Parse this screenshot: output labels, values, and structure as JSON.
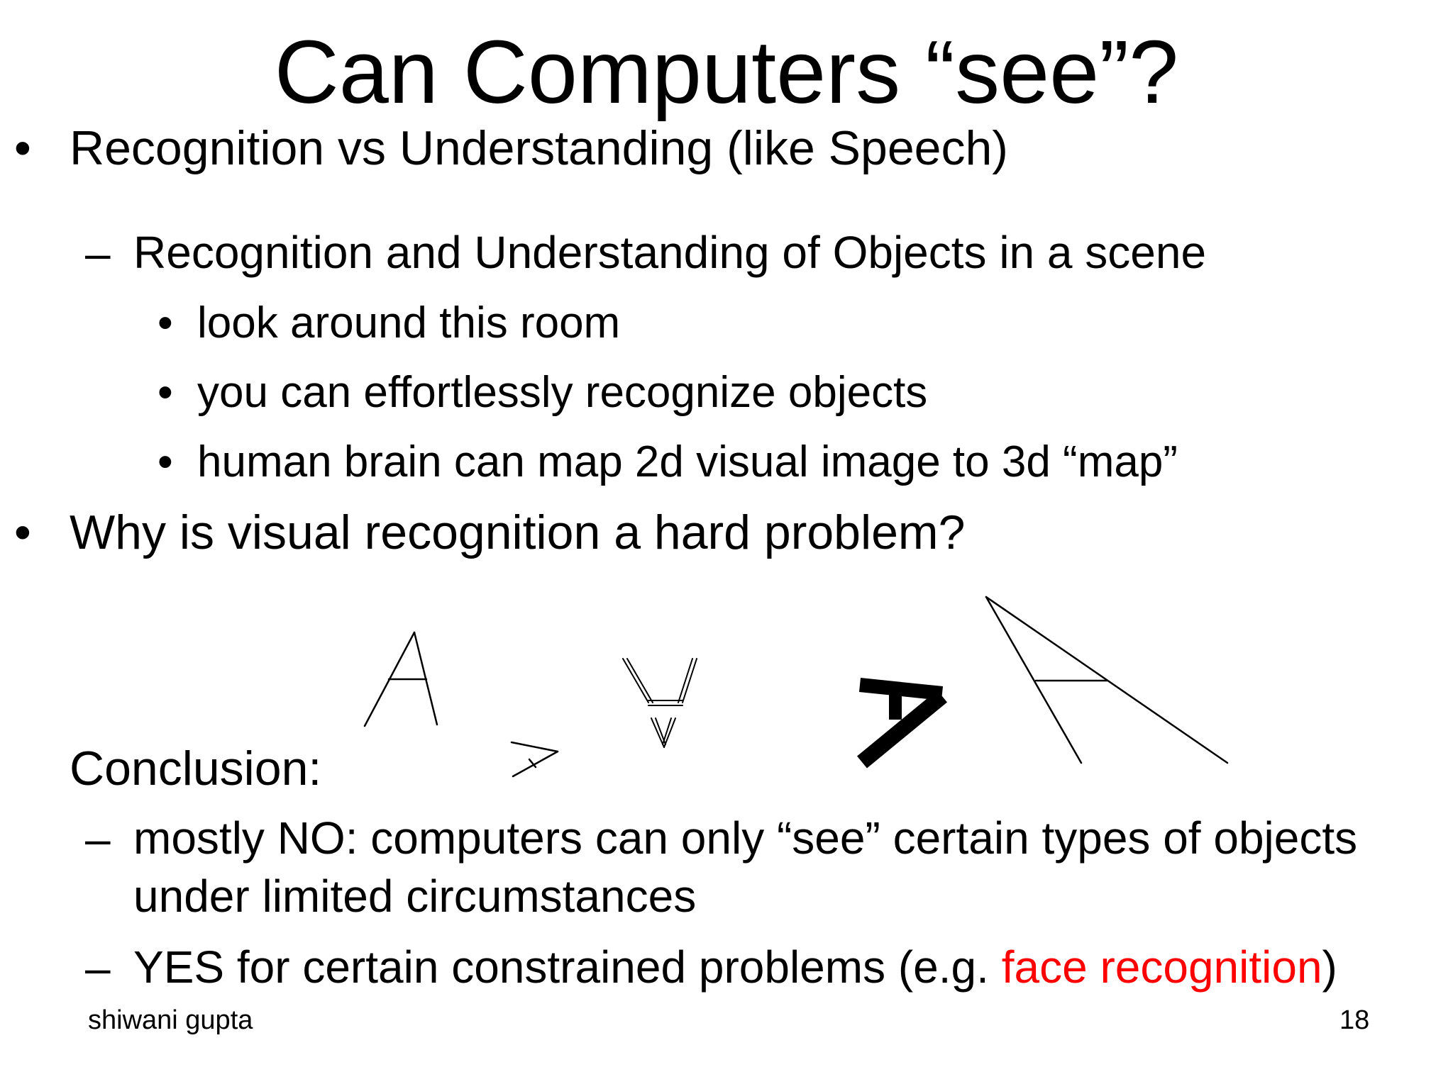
{
  "slide": {
    "title": "Can Computers “see”?",
    "bullets": [
      {
        "marker": "•",
        "text": "Recognition vs Understanding (like Speech)"
      },
      {
        "marker": "–",
        "text": "Recognition and Understanding of Objects in a scene"
      },
      {
        "marker": "•",
        "text": "look around this room"
      },
      {
        "marker": "•",
        "text": "you can effortlessly recognize objects"
      },
      {
        "marker": "•",
        "text": "human brain can map 2d visual image to 3d “map”"
      },
      {
        "marker": "•",
        "text": "Why is visual recognition a hard problem?"
      }
    ],
    "conclusion_label": "Conclusion:",
    "conclusion": [
      {
        "marker": "–",
        "line1": "mostly NO: computers can only “see” certain types of objects",
        "line2": "under limited circumstances"
      },
      {
        "marker": "–",
        "text_before": "YES for certain constrained problems (e.g. ",
        "highlight": "face recognition",
        "text_after": ")"
      }
    ],
    "highlight_color": "#ff0000",
    "footer": {
      "author": "shiwani gupta",
      "page_number": "18"
    },
    "figures": [
      {
        "name": "letter-a-upright-icon"
      },
      {
        "name": "letter-a-rotated-small-icon"
      },
      {
        "name": "letter-a-inverted-icon"
      },
      {
        "name": "letter-a-bold-rotated-icon"
      },
      {
        "name": "letter-a-skewed-large-icon"
      }
    ]
  }
}
